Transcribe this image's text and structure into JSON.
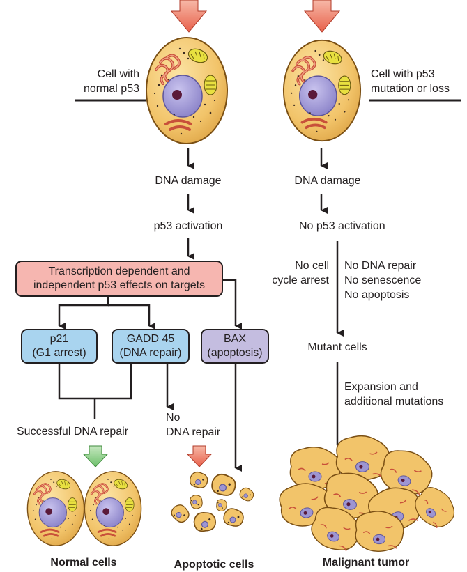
{
  "left_cell": {
    "label_line1": "Cell with",
    "label_line2": "normal p53"
  },
  "right_cell": {
    "label_line1": "Cell with p53",
    "label_line2": "mutation or loss"
  },
  "left_path": {
    "damage": "DNA damage",
    "activation": "p53 activation",
    "transcription_line1": "Transcription dependent and",
    "transcription_line2": "independent p53 effects on targets",
    "p21_line1": "p21",
    "p21_line2": "(G1 arrest)",
    "gadd_line1": "GADD 45",
    "gadd_line2": "(DNA repair)",
    "bax_line1": "BAX",
    "bax_line2": "(apoptosis)",
    "repair_success": "Successful DNA repair",
    "no_repair_line1": "No",
    "no_repair_line2": "DNA repair",
    "normal_cells": "Normal cells",
    "apoptotic_cells": "Apoptotic cells"
  },
  "right_path": {
    "damage": "DNA damage",
    "no_activation": "No p53 activation",
    "no_arrest_line1": "No cell",
    "no_arrest_line2": "cycle arrest",
    "effects_line1": "No DNA repair",
    "effects_line2": "No senescence",
    "effects_line3": "No apoptosis",
    "mutant_cells": "Mutant cells",
    "expansion_line1": "Expansion and",
    "expansion_line2": "additional mutations",
    "tumor": "Malignant tumor"
  },
  "colors": {
    "cell_fill": "#f2c46a",
    "cell_stroke": "#7a4f14",
    "nucleus": "#9d95d2",
    "nucleolus": "#5a1a3a",
    "er": "#d96a4a",
    "mito": "#e8e040",
    "transcription_box": "#f6b6b0",
    "p21_box": "#a9d4ef",
    "gadd_box": "#a9d4ef",
    "bax_box": "#c4bde0",
    "input_arrow": "#e8604a",
    "repair_arrow": "#7cc47a",
    "apoptosis_arrow": "#e8604a"
  }
}
